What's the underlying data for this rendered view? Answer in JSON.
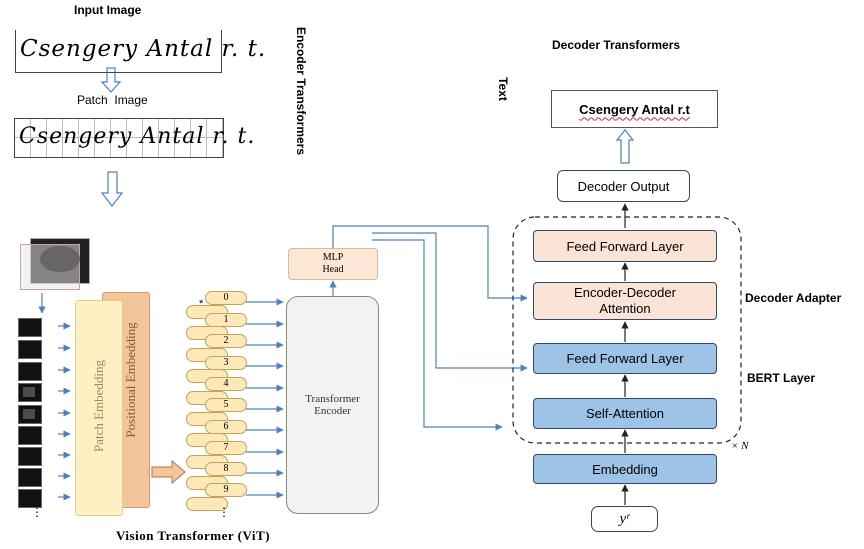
{
  "input": {
    "title": "Input Image",
    "handwriting": "Csengery Antal r. t.",
    "patch_label": "Patch  Image"
  },
  "labels": {
    "encoder": "Encoder Transformers",
    "text": "Text",
    "decoder_title": "Decoder Transformers",
    "vit": "Vision Transformer (ViT)",
    "decoder_adapter": "Decoder Adapter",
    "bert_layer": "BERT Layer",
    "times_n": "× N"
  },
  "vit": {
    "patch_embedding": "Patch Embedding",
    "positional_embedding": "Positional Embedding",
    "tokens": [
      "0",
      "1",
      "2",
      "3",
      "4",
      "5",
      "6",
      "7",
      "8",
      "9"
    ],
    "cls_marker": "*",
    "ellipsis": "⋮",
    "transformer_encoder": "Transformer Encoder",
    "mlp_head": "MLP Head"
  },
  "decoder": {
    "output_text": "Csengery Antal r.t",
    "decoder_output": "Decoder Output",
    "feed_forward_top": "Feed Forward Layer",
    "enc_dec_attention": "Encoder-Decoder Attention",
    "feed_forward_bottom": "Feed Forward Layer",
    "self_attention": "Self-Attention",
    "embedding": "Embedding",
    "input_token": "yʳ"
  },
  "colors": {
    "orange_block": "#fbe3d6",
    "blue_block": "#9dc3e6",
    "patch_embedding": "#fdf1c4",
    "positional_embedding": "#f4c49a",
    "arrow": "#4f81bd"
  }
}
